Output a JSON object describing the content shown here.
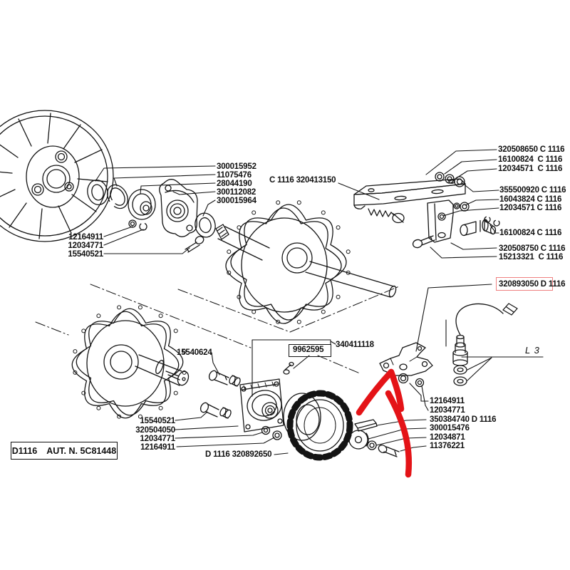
{
  "colors": {
    "ink": "#141414",
    "arrow_red": "#e41317",
    "highlight_red": "#ef8080"
  },
  "labels": {
    "upper_mid": [
      "300015952",
      "11075476",
      "28044190",
      "300112082",
      "300015964"
    ],
    "upper_left": [
      "12164911",
      "12034771",
      "15540521"
    ],
    "axle": "C 1116 320413150",
    "right_top": [
      "320508650 C 1116",
      "16100824  C 1116",
      "12034571  C 1116"
    ],
    "right_mid": [
      "355500920 C 1116",
      "16043824 C 1116",
      "12034571 C 1116"
    ],
    "right_single": "16100824 C 1116",
    "right_lower": [
      "320508750 C 1116",
      "15213321  C 1116"
    ],
    "highlight": "320893050 D 1116",
    "bolt_mid": "15540624",
    "fitting": "9962595",
    "bracket_assy": "340411118",
    "ref_line": "L 3",
    "lower_left": [
      "15540521",
      "320504050",
      "12034771",
      "12164911"
    ],
    "tone_wheel": "D 1116 320892650",
    "right_bottom": [
      "12164911",
      "12034771",
      "350384740 D 1116",
      "300015476",
      "12034871",
      "11376221"
    ],
    "title_code": "D1116",
    "title_aut": "AUT. N. 5C81448"
  }
}
